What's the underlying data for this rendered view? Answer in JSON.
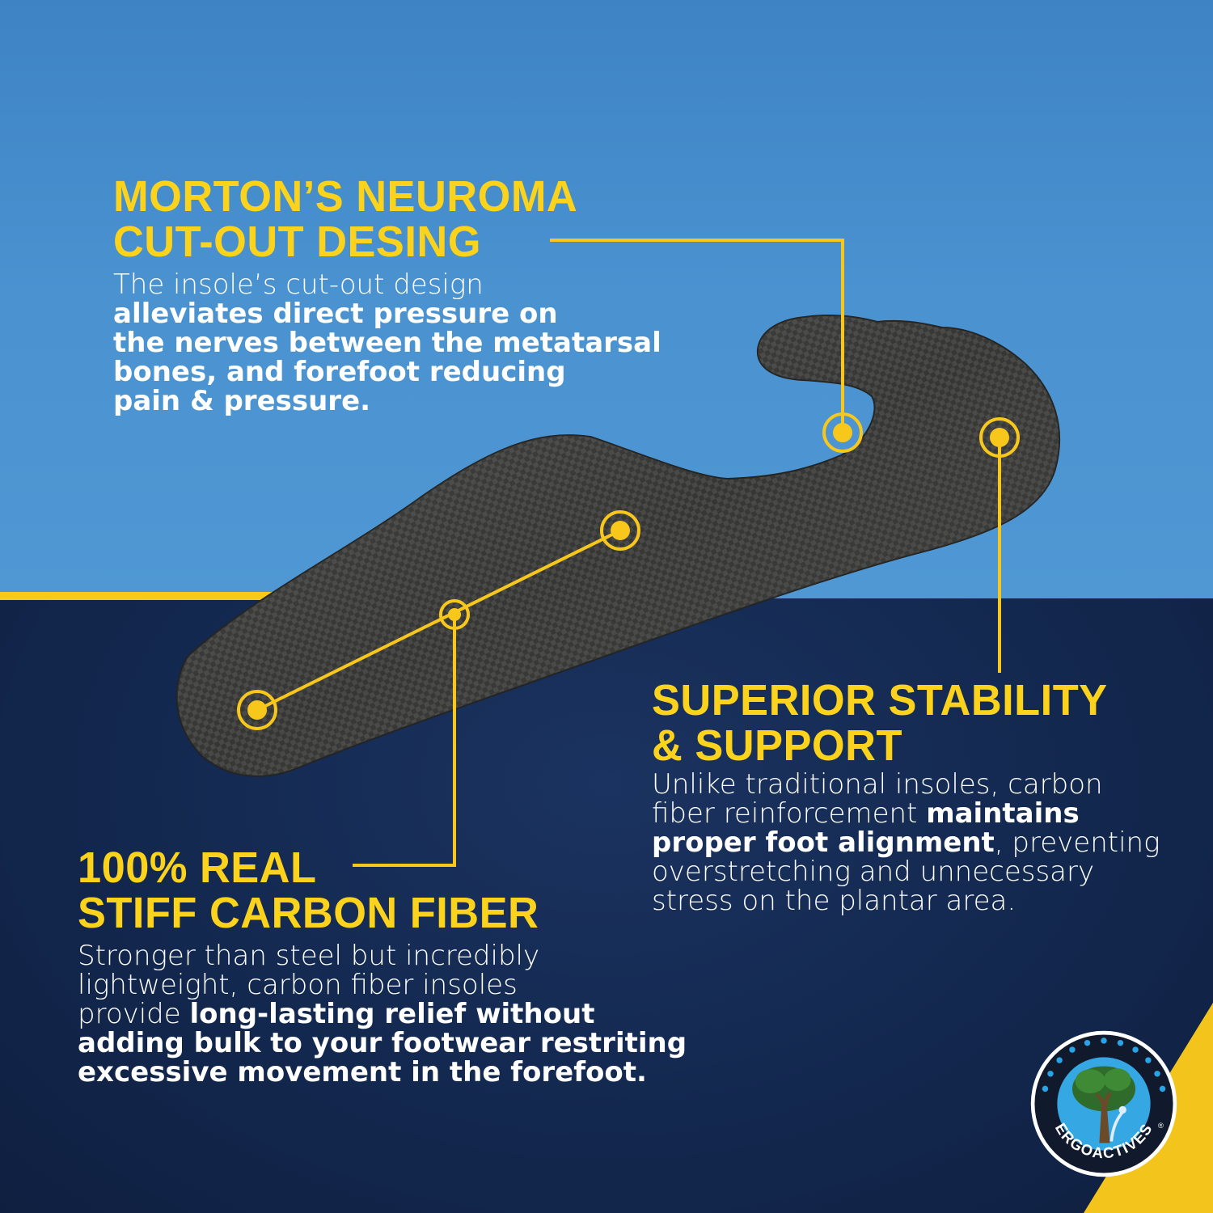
{
  "colors": {
    "top_background": "#4a92d0",
    "bottom_background": "#142a52",
    "accent_yellow": "#fbd21c",
    "insole": "#3b3b39",
    "text": "#ffffff"
  },
  "sections": [
    {
      "heading_lines": [
        "MORTON’S NEUROMA",
        "CUT-OUT DESING"
      ],
      "body_lines": [
        [
          "The insole’s cut-out design",
          ""
        ],
        [
          "",
          "alleviates direct pressure on"
        ],
        [
          "",
          "the nerves between the metatarsal"
        ],
        [
          "",
          "bones, and forefoot reducing"
        ],
        [
          "",
          "pain & pressure."
        ]
      ]
    },
    {
      "heading_lines": [
        "SUPERIOR STABILITY",
        "& SUPPORT"
      ],
      "body_lines": [
        [
          "Unlike traditional insoles, carbon",
          "",
          ""
        ],
        [
          "fiber reinforcement ",
          "maintains",
          ""
        ],
        [
          "",
          "proper foot alignment",
          ", preventing"
        ],
        [
          "overstretching and unnecessary",
          "",
          ""
        ],
        [
          "stress on the plantar area.",
          "",
          ""
        ]
      ]
    },
    {
      "heading_lines": [
        "100% REAL",
        "STIFF CARBON FIBER"
      ],
      "body_lines": [
        [
          "Stronger than steel but incredibly",
          ""
        ],
        [
          "lightweight, carbon fiber insoles",
          ""
        ],
        [
          "provide ",
          "long-lasting relief without"
        ],
        [
          "",
          "adding bulk to your footwear restriting"
        ],
        [
          "",
          "excessive movement in the forefoot."
        ]
      ]
    }
  ],
  "logo": {
    "text": "ERGOACTIVES",
    "trademark": "®",
    "icon": "tree-with-figure-icon"
  }
}
